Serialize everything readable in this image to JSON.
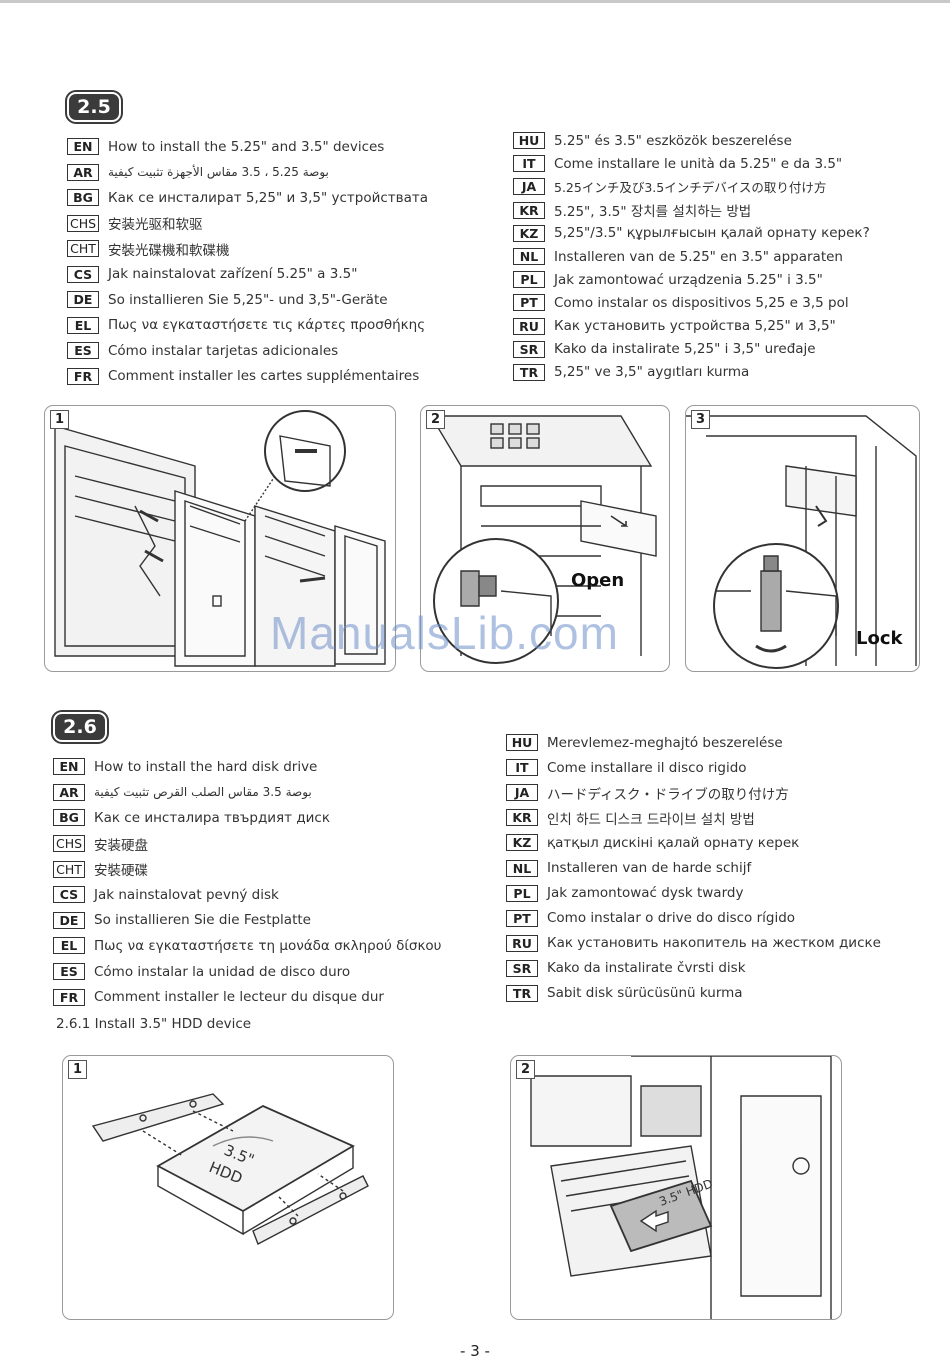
{
  "section_25": {
    "number": "2.5",
    "left": [
      {
        "code": "EN",
        "text": "How to install the 5.25\" and 3.5\" devices"
      },
      {
        "code": "AR",
        "text": "بوصة 5.25 ، 3.5 مقاس الأجهزة تثبيت كيفية"
      },
      {
        "code": "BG",
        "text": "Как се инсталират 5,25\" и 3,5\" устройствата"
      },
      {
        "code": "CHS",
        "text": "安装光驱和软驱"
      },
      {
        "code": "CHT",
        "text": "安裝光碟機和軟碟機"
      },
      {
        "code": "CS",
        "text": "Jak nainstalovat zařízení 5.25\" a 3.5\""
      },
      {
        "code": "DE",
        "text": "So installieren Sie 5,25\"- und 3,5\"-Geräte"
      },
      {
        "code": "EL",
        "text": "Πως να εγκαταστήσετε τις κάρτες προσθήκης"
      },
      {
        "code": "ES",
        "text": "Cómo instalar tarjetas adicionales"
      },
      {
        "code": "FR",
        "text": "Comment installer les cartes supplémentaires"
      }
    ],
    "right": [
      {
        "code": "HU",
        "text": "5.25\" és 3.5\" eszközök beszerelése"
      },
      {
        "code": "IT",
        "text": "Come installare le unità da 5.25\" e da 3.5\""
      },
      {
        "code": "JA",
        "text": "5.25インチ及び3.5インチデバイスの取り付け方"
      },
      {
        "code": "KR",
        "text": "5.25\", 3.5\" 장치를 설치하는 방법"
      },
      {
        "code": "KZ",
        "text": "5,25\"/3.5\" құрылғысын қалай орнату керек?"
      },
      {
        "code": "NL",
        "text": "Installeren van de 5.25\" en 3.5\" apparaten"
      },
      {
        "code": "PL",
        "text": "Jak zamontować urządzenia 5.25\" i 3.5\""
      },
      {
        "code": "PT",
        "text": "Como instalar os dispositivos 5,25 e 3,5 pol"
      },
      {
        "code": "RU",
        "text": "Как установить устройства 5,25\" и 3,5\""
      },
      {
        "code": "SR",
        "text": "Kako da instalirate 5,25\" i 3,5\" uređaje"
      },
      {
        "code": "TR",
        "text": "5,25\" ve 3,5\" aygıtları kurma"
      }
    ],
    "panels": [
      {
        "num": "1"
      },
      {
        "num": "2",
        "label": "Open"
      },
      {
        "num": "3",
        "label": "Lock"
      }
    ]
  },
  "section_26": {
    "number": "2.6",
    "left": [
      {
        "code": "EN",
        "text": "How to install the hard disk drive"
      },
      {
        "code": "AR",
        "text": "بوصة 3.5 مقاس الصلب القرص تثبيت كيفية"
      },
      {
        "code": "BG",
        "text": "Как се инсталира твърдият диск"
      },
      {
        "code": "CHS",
        "text": "安装硬盘"
      },
      {
        "code": "CHT",
        "text": "安裝硬碟"
      },
      {
        "code": "CS",
        "text": "Jak nainstalovat pevný disk"
      },
      {
        "code": "DE",
        "text": "So installieren Sie die Festplatte"
      },
      {
        "code": "EL",
        "text": "Πως να εγκαταστήσετε τη μονάδα σκληρού δίσκου"
      },
      {
        "code": "ES",
        "text": "Cómo instalar la unidad de disco duro"
      },
      {
        "code": "FR",
        "text": "Comment installer le lecteur du disque dur"
      }
    ],
    "right": [
      {
        "code": "HU",
        "text": "Merevlemez-meghajtó beszerelése"
      },
      {
        "code": "IT",
        "text": "Come installare il disco rigido"
      },
      {
        "code": "JA",
        "text": "ハードディスク・ドライブの取り付け方"
      },
      {
        "code": "KR",
        "text": "인치 하드 디스크 드라이브 설치 방법"
      },
      {
        "code": "KZ",
        "text": "қатқыл дискіні қалай орнату керек"
      },
      {
        "code": "NL",
        "text": "Installeren van de harde schijf"
      },
      {
        "code": "PL",
        "text": "Jak zamontować dysk twardy"
      },
      {
        "code": "PT",
        "text": "Como instalar o drive do disco rígido"
      },
      {
        "code": "RU",
        "text": "Как установить накопитель на жестком диске"
      },
      {
        "code": "SR",
        "text": "Kako da instalirate čvrsti disk"
      },
      {
        "code": "TR",
        "text": "Sabit disk sürücüsünü kurma"
      }
    ],
    "subheading": "2.6.1  Install 3.5\" HDD device",
    "panels": [
      {
        "num": "1",
        "hdd_label_line1": "3.5\"",
        "hdd_label_line2": "HDD"
      },
      {
        "num": "2",
        "hdd_label": "3.5\" HDD"
      }
    ]
  },
  "watermark": "ManualsLib.com",
  "page_number": "- 3 -"
}
